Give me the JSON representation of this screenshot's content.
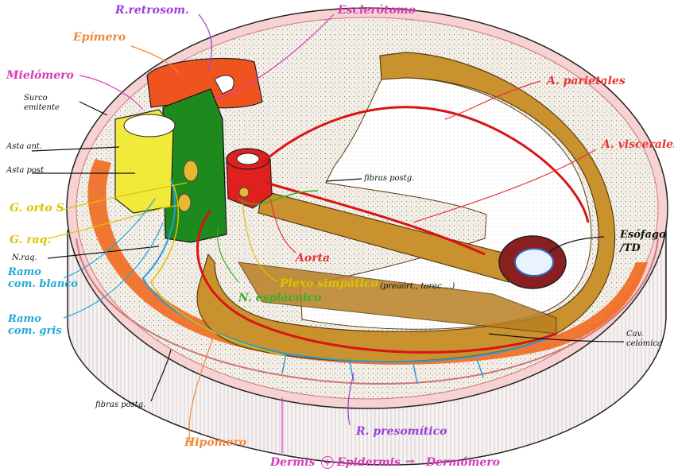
{
  "colors": {
    "magenta": "#d63ab8",
    "purple": "#9b3fd6",
    "orange": "#f08a3a",
    "red": "#e63434",
    "yellow": "#d9c400",
    "green": "#39b02a",
    "cyan": "#22a9d6",
    "black": "#111111",
    "aorta": "#e01f1f",
    "tan": "#c9922e",
    "skin": "#f7d9d9",
    "dermis": "#efe7e7",
    "stipple": "#f2eee6",
    "dermomyotome": "#f05a1e",
    "sclerotome": "#1e8a1e",
    "spinal_cord": "#f2ea3a"
  },
  "labels": {
    "r_retroson": "R.retrosom.",
    "esclerotomo": "Esclerótomo",
    "epimero": "Epímero",
    "mielomero": "Mielómero",
    "surco_emitente": "Surco\nemitente",
    "asta_ant": "Asta ant.",
    "asta_post": "Asta post",
    "g_orto": "G. orto S",
    "g_raq": "G. raq.",
    "n_raq": "N.raq.",
    "ramo_blanco": "Ramo\ncom. blanco",
    "ramo_gris": "Ramo\ncom. gris",
    "fibras_postg_top": "fibras postg.",
    "fibras_postg_bottom": "fibras postg.",
    "a_parietales": "A. parietales",
    "a_viscerales": "A. viscerales",
    "esofago": "Esófago\n/TD",
    "cav_celomica": "Cav.\ncelómica",
    "aorta": "Aorta",
    "plexo": "Plexo simpático",
    "plexo_extra": "(preaórt., torac....)",
    "n_esplacnico": "N. esplácnico",
    "hipomero": "Hipómero",
    "r_presomitico": "R. presomítico",
    "dermis": "Dermis",
    "epidermis": "Epidermis",
    "dermomero": "Dermómero",
    "plus_sign": "+",
    "arrow": "→"
  }
}
